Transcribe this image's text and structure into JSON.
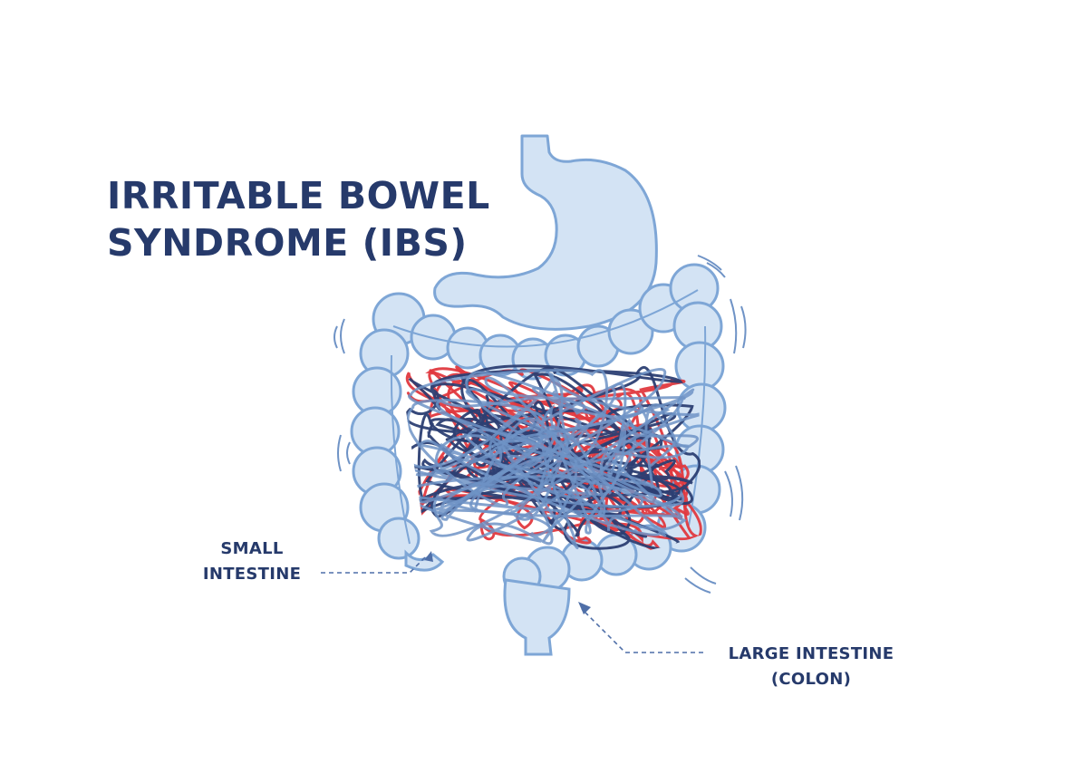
{
  "title": {
    "line1": "IRRITABLE BOWEL",
    "line2": "SYNDROME (IBS)"
  },
  "labels": {
    "small_intestine": {
      "line1": "SMALL",
      "line2": "INTESTINE"
    },
    "large_intestine": {
      "line1": "LARGE INTESTINE",
      "line2": "(COLON)"
    }
  },
  "colors": {
    "organ_fill": "#d3e3f4",
    "organ_stroke": "#7ea6d6",
    "text": "#263a6b",
    "loops_red": "#e0393f",
    "loops_navy": "#2c3f73",
    "loops_blue": "#6f93c6"
  },
  "icons": [
    "stomach-illustration",
    "colon-illustration",
    "small-intestine-loops",
    "motion-lines"
  ]
}
